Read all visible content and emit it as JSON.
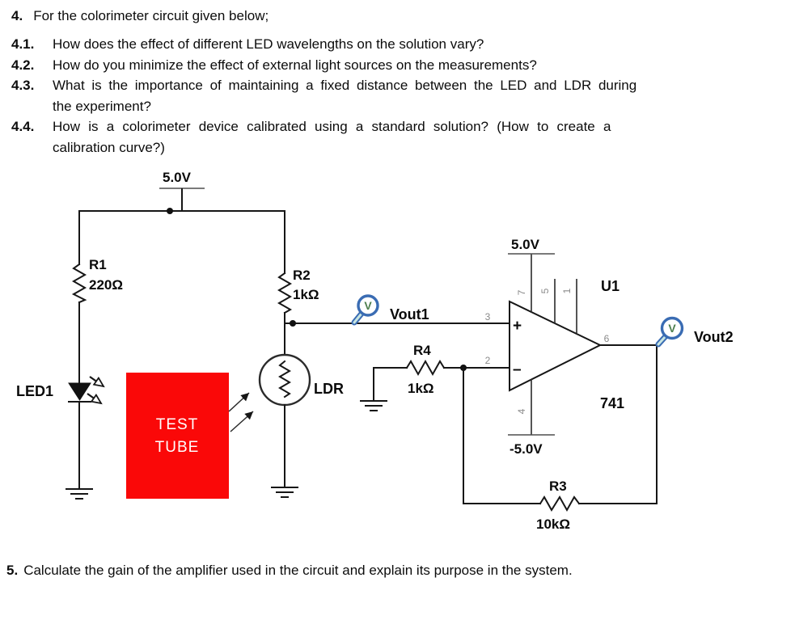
{
  "questions": {
    "q4": {
      "number": "4.",
      "text": "For the colorimeter circuit given below;"
    },
    "items": [
      {
        "number": "4.1.",
        "line1": "How does the effect of different LED wavelengths on the solution vary?",
        "line2": ""
      },
      {
        "number": "4.2.",
        "line1": "How do you minimize the effect of external light sources on the measurements?",
        "line2": ""
      },
      {
        "number": "4.3.",
        "line1": "What is the importance of maintaining a fixed distance between the LED and LDR during",
        "line2": "the experiment?"
      },
      {
        "number": "4.4.",
        "line1": "How is a colorimeter device calibrated using a standard solution? (How to create a",
        "line2": "calibration curve?)"
      }
    ],
    "q5": {
      "number": "5.",
      "text": "Calculate the gain of the amplifier used in the circuit and explain its purpose in the system."
    }
  },
  "circuit": {
    "supplies": {
      "vcc_left": "5.0V",
      "vcc_opamp": "5.0V",
      "vee_opamp": "-5.0V"
    },
    "components": {
      "r1": {
        "name": "R1",
        "value": "220Ω"
      },
      "r2": {
        "name": "R2",
        "value": "1kΩ"
      },
      "r3": {
        "name": "R3",
        "value": "10kΩ"
      },
      "r4": {
        "name": "R4",
        "value": "1kΩ"
      },
      "led": {
        "name": "LED1"
      },
      "ldr": {
        "name": "LDR"
      },
      "test_tube": {
        "line1": "TEST",
        "line2": "TUBE",
        "color": "#fa0808"
      },
      "opamp": {
        "designator": "U1",
        "part": "741",
        "plus_sign": "+",
        "minus_sign": "–",
        "pins": {
          "noninv": "3",
          "inv": "2",
          "out": "6",
          "vplus": "7",
          "offset_a": "5",
          "offset_b": "1",
          "vminus": "4"
        }
      }
    },
    "probes": {
      "vout1": "Vout1",
      "vout2": "Vout2",
      "probe_letter": "V",
      "ring_color": "#3a6cb3",
      "letter_color": "#4e7f4e"
    }
  }
}
